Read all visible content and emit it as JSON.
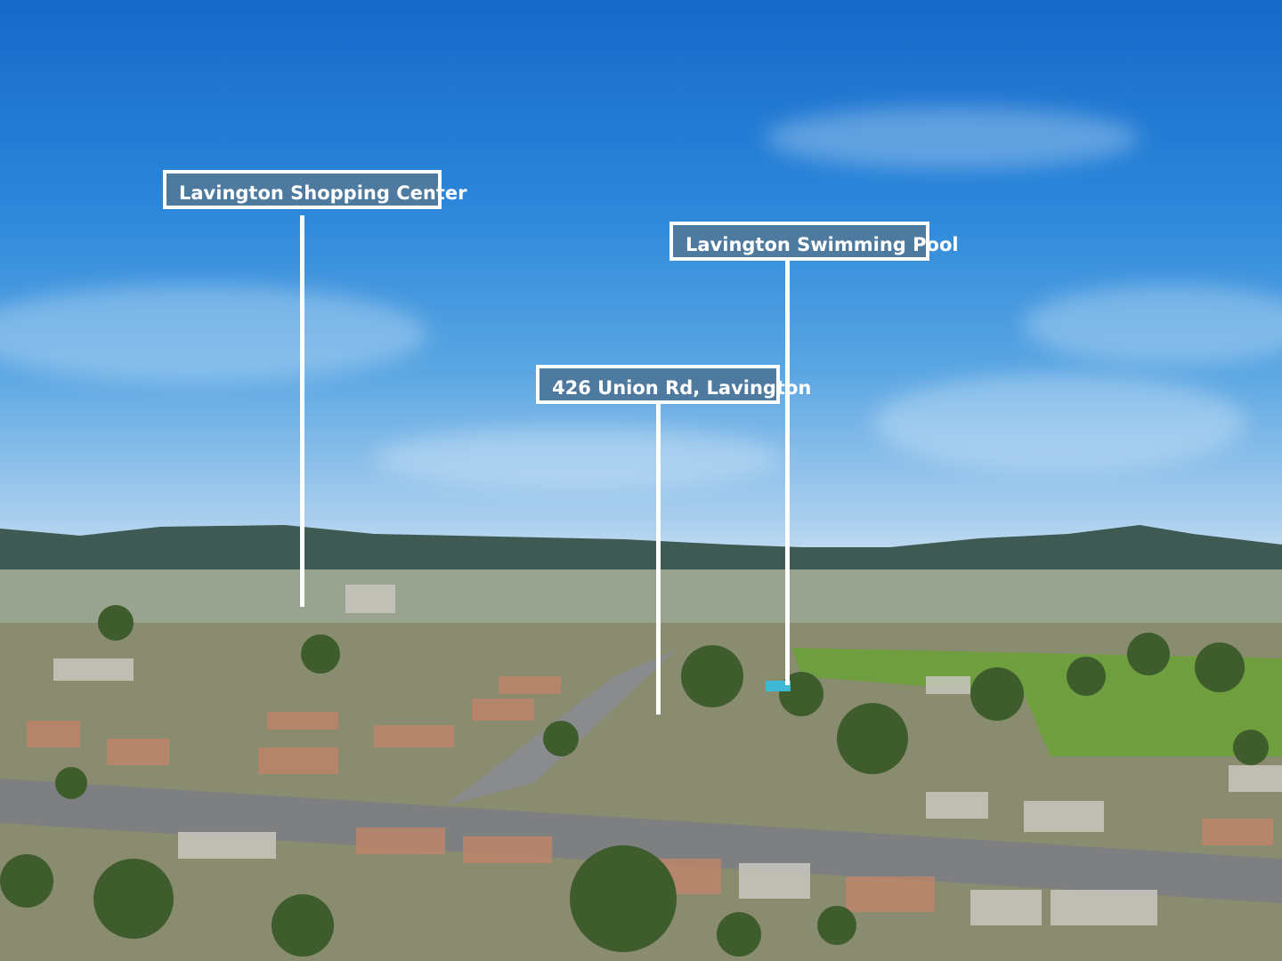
{
  "labels": {
    "shopping_center": "Lavington Shopping Center",
    "swimming_pool": "Lavington Swimming Pool",
    "property": "426 Union Rd, Lavington"
  },
  "colors": {
    "label_fill": "#4e7aa0",
    "label_border": "#ffffff",
    "sky_top": "#1769c9",
    "sky_horizon": "#c8dff2",
    "hills": "#3f5a52",
    "grass": "#6e9e3e"
  }
}
